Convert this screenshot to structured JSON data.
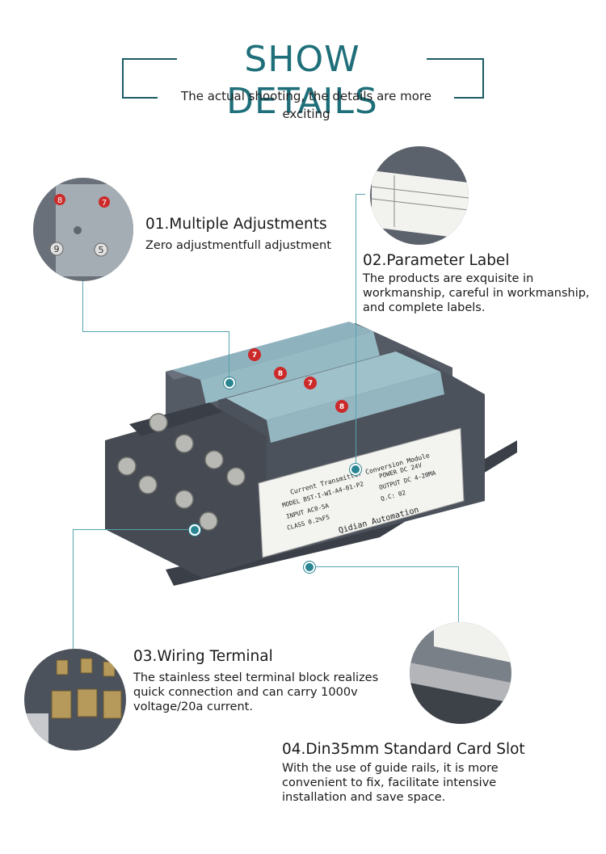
{
  "header": {
    "title": "SHOW DETAILS",
    "subtitle": "The actual shooting, the details are more exciting"
  },
  "features": [
    {
      "heading": "01.Multiple Adjustments",
      "lines": [
        "Zero adjustmentfull adjustment"
      ]
    },
    {
      "heading": "02.Parameter Label",
      "lines": [
        "The products are exquisite in",
        "workmanship, careful in workmanship,",
        "and complete labels."
      ]
    },
    {
      "heading": "03.Wiring Terminal",
      "lines": [
        "The stainless steel terminal block realizes",
        "quick connection and can carry 1000v",
        "voltage/20a current."
      ]
    },
    {
      "heading": "04.Din35mm Standard Card Slot",
      "lines": [
        "With the use of guide rails, it is more",
        "convenient to fix, facilitate intensive",
        "installation and save space."
      ]
    }
  ],
  "product_label": {
    "title": "Current Transmitter Conversion Module",
    "model": "MODEL BST-I-WI-A4-01-P2",
    "power": "POWER  DC 24V",
    "input": "INPUT  AC0-5A",
    "output": "OUTPUT  DC 4-20MA",
    "class": "CLASS  0.2%FS",
    "qc": "Q.C:  02",
    "brand": "Qidian Automation"
  },
  "buttons": {
    "b7": "7",
    "b8": "8",
    "b9": "9",
    "b5": "5"
  },
  "colors": {
    "accent": "#1f6f7a",
    "line": "#55a3ad",
    "housing": "#4a505a",
    "panel": "#8fb2bd",
    "button_red": "#cc2a2a"
  }
}
